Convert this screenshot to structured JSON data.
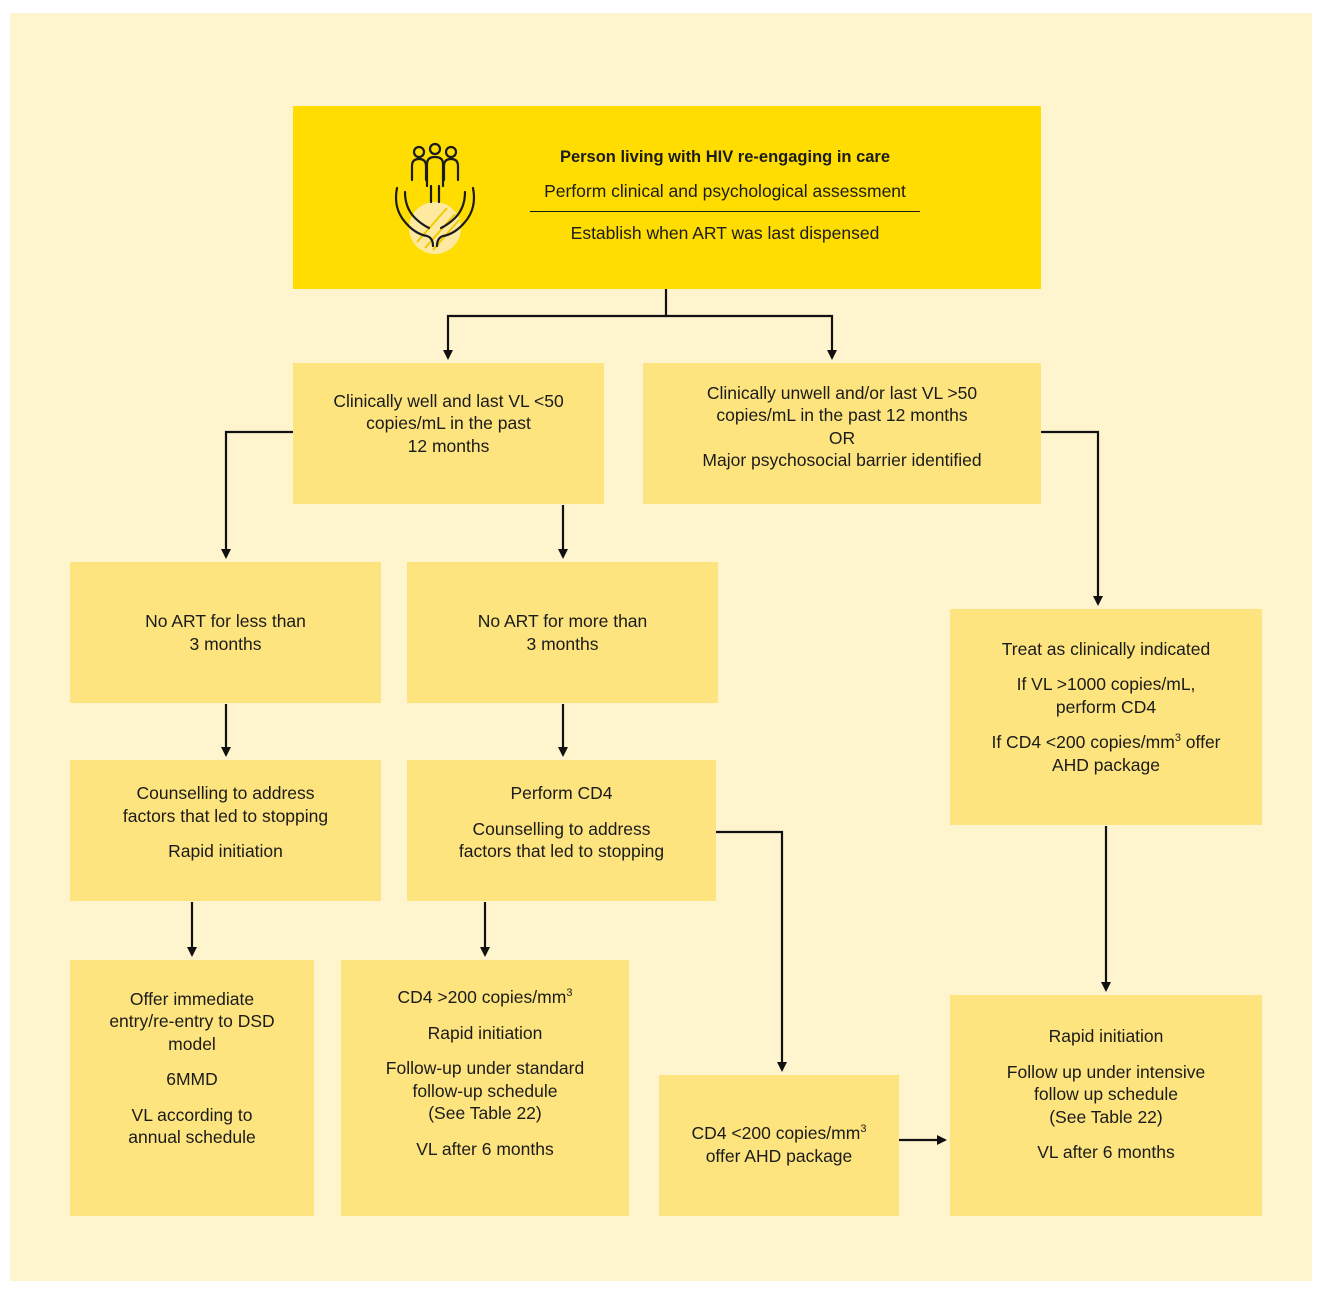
{
  "colors": {
    "background": "#fef5ce",
    "top_box": "#ffdd00",
    "box": "#fde47e",
    "line": "#111111"
  },
  "top": {
    "icon": "people-in-hands-icon",
    "title": "Person living with HIV re-engaging in care",
    "line1": "Perform clinical and psychological assessment",
    "line2": "Establish when ART was last dispensed"
  },
  "well": {
    "l1": "Clinically well and last VL <50",
    "l2": "copies/mL in the past",
    "l3": "12 months"
  },
  "unwell": {
    "l1": "Clinically unwell and/or last VL >50",
    "l2": "copies/mL in the past 12 months",
    "l3": "OR",
    "l4": "Major psychosocial barrier identified"
  },
  "no_art_less": {
    "l1": "No ART for less than",
    "l2": "3 months"
  },
  "no_art_more": {
    "l1": "No ART for more than",
    "l2": "3 months"
  },
  "counsel_less": {
    "l1": "Counselling to address",
    "l2": "factors that led to stopping",
    "l3": "Rapid initiation"
  },
  "perform_cd4": {
    "l1": "Perform CD4",
    "l2": "Counselling to address",
    "l3": "factors that led to stopping"
  },
  "treat": {
    "l1": "Treat as clinically indicated",
    "l2": "If VL >1000 copies/mL,",
    "l3": "perform CD4",
    "l4a": "If CD4 <200 copies/mm",
    "l4sup": "3",
    "l4b": " offer",
    "l5": "AHD package"
  },
  "offer_dsd": {
    "l1": "Offer immediate",
    "l2": "entry/re-entry to DSD",
    "l3": "model",
    "l4": "6MMD",
    "l5": "VL according to",
    "l6": "annual schedule"
  },
  "cd4_high": {
    "l1a": "CD4 >200 copies/mm",
    "l1sup": "3",
    "l2": "Rapid initiation",
    "l3": "Follow-up under standard",
    "l4": "follow-up schedule",
    "l5": "(See Table 22)",
    "l6": "VL after 6 months"
  },
  "cd4_low": {
    "l1a": "CD4 <200 copies/mm",
    "l1sup": "3",
    "l2": "offer AHD package"
  },
  "intensive": {
    "l1": "Rapid initiation",
    "l2": "Follow up under intensive",
    "l3": "follow up schedule",
    "l4": "(See Table 22)",
    "l5": "VL after 6 months"
  }
}
